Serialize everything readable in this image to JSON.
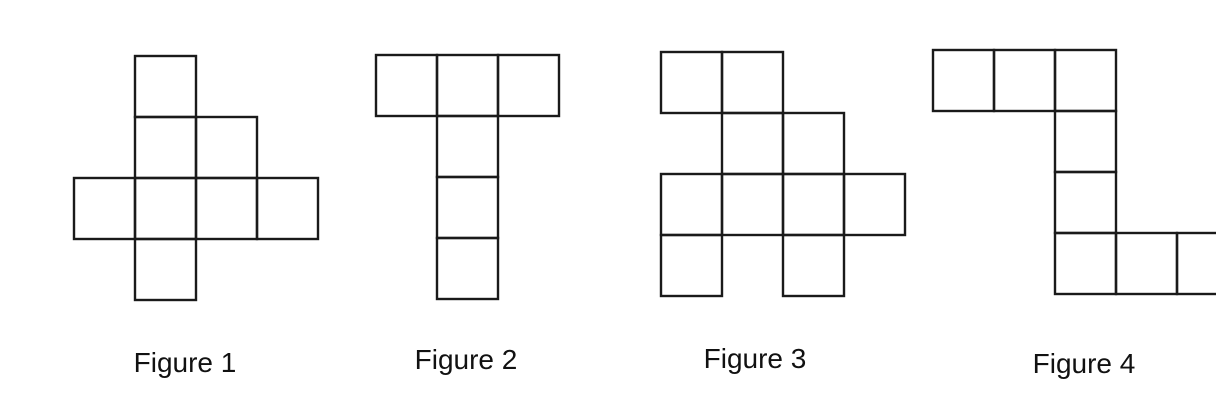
{
  "colors": {
    "background": "#ffffff",
    "stroke": "#1a1a1a"
  },
  "figures": [
    {
      "caption": "Figure 1"
    },
    {
      "caption": "Figure 2"
    },
    {
      "caption": "Figure 3"
    },
    {
      "caption": "Figure 4"
    }
  ]
}
